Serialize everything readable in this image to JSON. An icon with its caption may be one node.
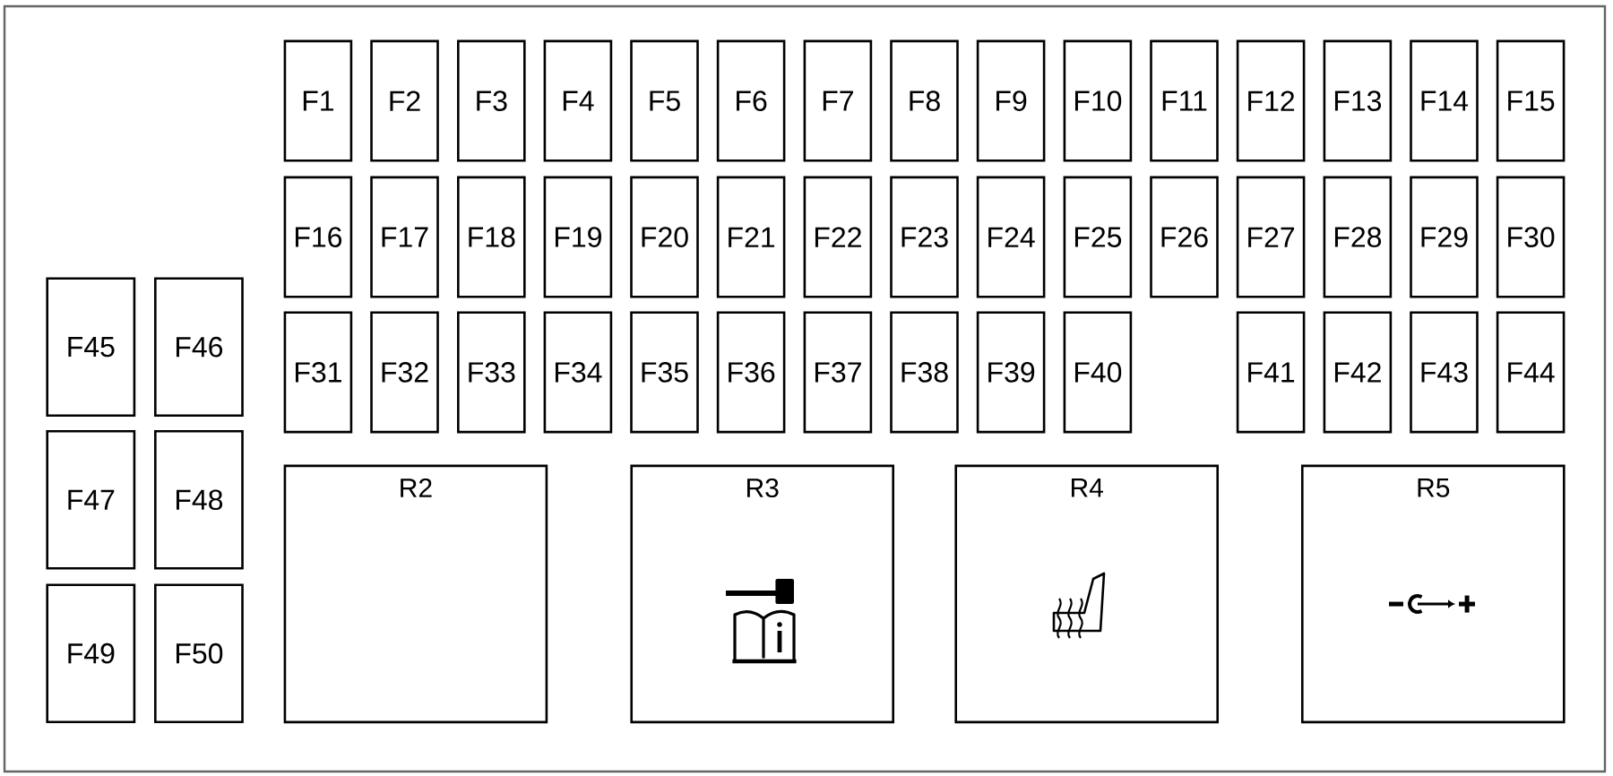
{
  "diagram": {
    "nodes": [
      {
        "text": [
          "F1"
        ]
      },
      {
        "text": [
          "F2"
        ]
      },
      {
        "text": [
          "F3"
        ]
      },
      {
        "text": [
          "F4"
        ]
      },
      {
        "text": [
          "F5"
        ]
      },
      {
        "text": [
          "F6"
        ]
      },
      {
        "text": [
          "F7"
        ]
      },
      {
        "text": [
          "F8"
        ]
      },
      {
        "text": [
          "F9"
        ]
      },
      {
        "text": [
          "F10"
        ]
      },
      {
        "text": [
          "F11"
        ]
      },
      {
        "text": [
          "F12"
        ]
      },
      {
        "text": [
          "F13"
        ]
      },
      {
        "text": [
          "F14"
        ]
      },
      {
        "text": [
          "F15"
        ]
      },
      {
        "text": [
          "F16"
        ]
      },
      {
        "text": [
          "F17"
        ]
      },
      {
        "text": [
          "F18"
        ]
      },
      {
        "text": [
          "F19"
        ]
      },
      {
        "text": [
          "F20"
        ]
      },
      {
        "text": [
          "F21"
        ]
      },
      {
        "text": [
          "F22"
        ]
      },
      {
        "text": [
          "F23"
        ]
      },
      {
        "text": [
          "F24"
        ]
      },
      {
        "text": [
          "F25"
        ]
      },
      {
        "text": [
          "F26"
        ]
      },
      {
        "text": [
          "F27"
        ]
      },
      {
        "text": [
          "F28"
        ]
      },
      {
        "text": [
          "F29"
        ]
      },
      {
        "text": [
          "F30"
        ]
      },
      {
        "text": [
          "F31"
        ]
      },
      {
        "text": [
          "F32"
        ]
      },
      {
        "text": [
          "F33"
        ]
      },
      {
        "text": [
          "F34"
        ]
      },
      {
        "text": [
          "F35"
        ]
      },
      {
        "text": [
          "F36"
        ]
      },
      {
        "text": [
          "F37"
        ]
      },
      {
        "text": [
          "F38"
        ]
      },
      {
        "text": [
          "F39"
        ]
      },
      {
        "text": [
          "F40"
        ]
      },
      {
        "text": [
          "F41"
        ]
      },
      {
        "text": [
          "F42"
        ]
      },
      {
        "text": [
          "F43"
        ]
      },
      {
        "text": [
          "F44"
        ]
      },
      {
        "text": [
          "F45"
        ]
      },
      {
        "text": [
          "F46"
        ]
      },
      {
        "text": [
          "F47"
        ]
      },
      {
        "text": [
          "F48"
        ]
      },
      {
        "text": [
          "F49"
        ]
      },
      {
        "text": [
          "F50"
        ]
      },
      {
        "text": [
          "R2"
        ]
      },
      {
        "text": [
          "R3"
        ]
      },
      {
        "text": [
          "R4"
        ]
      },
      {
        "text": [
          "R5"
        ]
      }
    ]
  }
}
